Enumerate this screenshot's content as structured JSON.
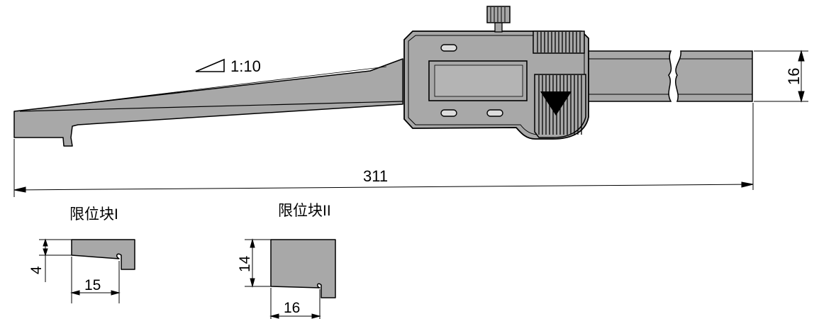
{
  "taper": {
    "label": "1:10"
  },
  "dimensions": {
    "overall_length": "311",
    "beam_height": "16"
  },
  "stop_block_1": {
    "title": "限位块I",
    "dim_height": "4",
    "dim_width": "15"
  },
  "stop_block_2": {
    "title": "限位块II",
    "dim_height": "14",
    "dim_width": "16"
  },
  "colors": {
    "body_fill": "#a8a8a8",
    "outline": "#000000",
    "background": "#ffffff"
  }
}
